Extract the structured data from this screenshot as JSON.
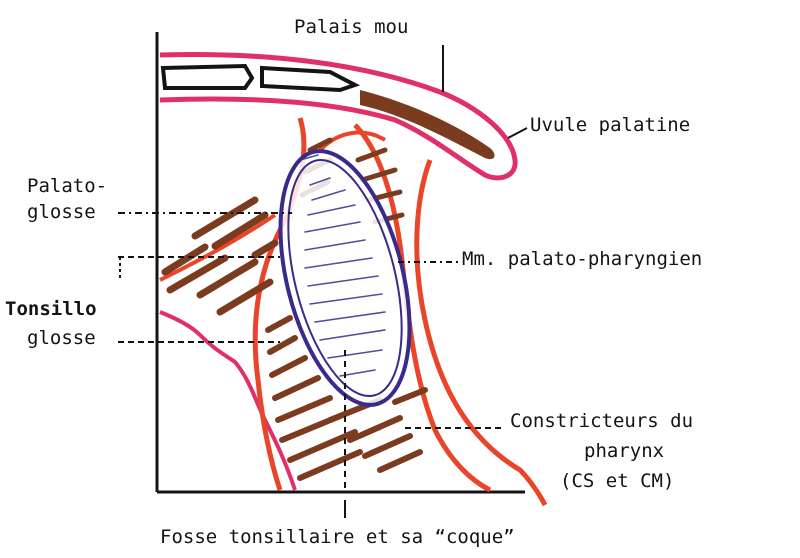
{
  "labels": {
    "palais_mou": "Palais mou",
    "uvule": "Uvule palatine",
    "palato_1": "Palato-",
    "palato_2": "glosse",
    "tonsillo_1": "Tonsillo",
    "tonsillo_2": "glosse",
    "palato_pharyngien": "Mm. palato-pharyngien",
    "constricteurs_1": "Constricteurs du",
    "constricteurs_2": "pharynx",
    "constricteurs_3": "(CS et CM)",
    "caption": "Fosse tonsillaire et sa “coque”"
  },
  "colors": {
    "mucosa": "#e0306a",
    "muscle_red": "#e8452a",
    "muscle_brown": "#7a3b1e",
    "tonsil": "#3a2a8a",
    "ink": "#141414"
  }
}
